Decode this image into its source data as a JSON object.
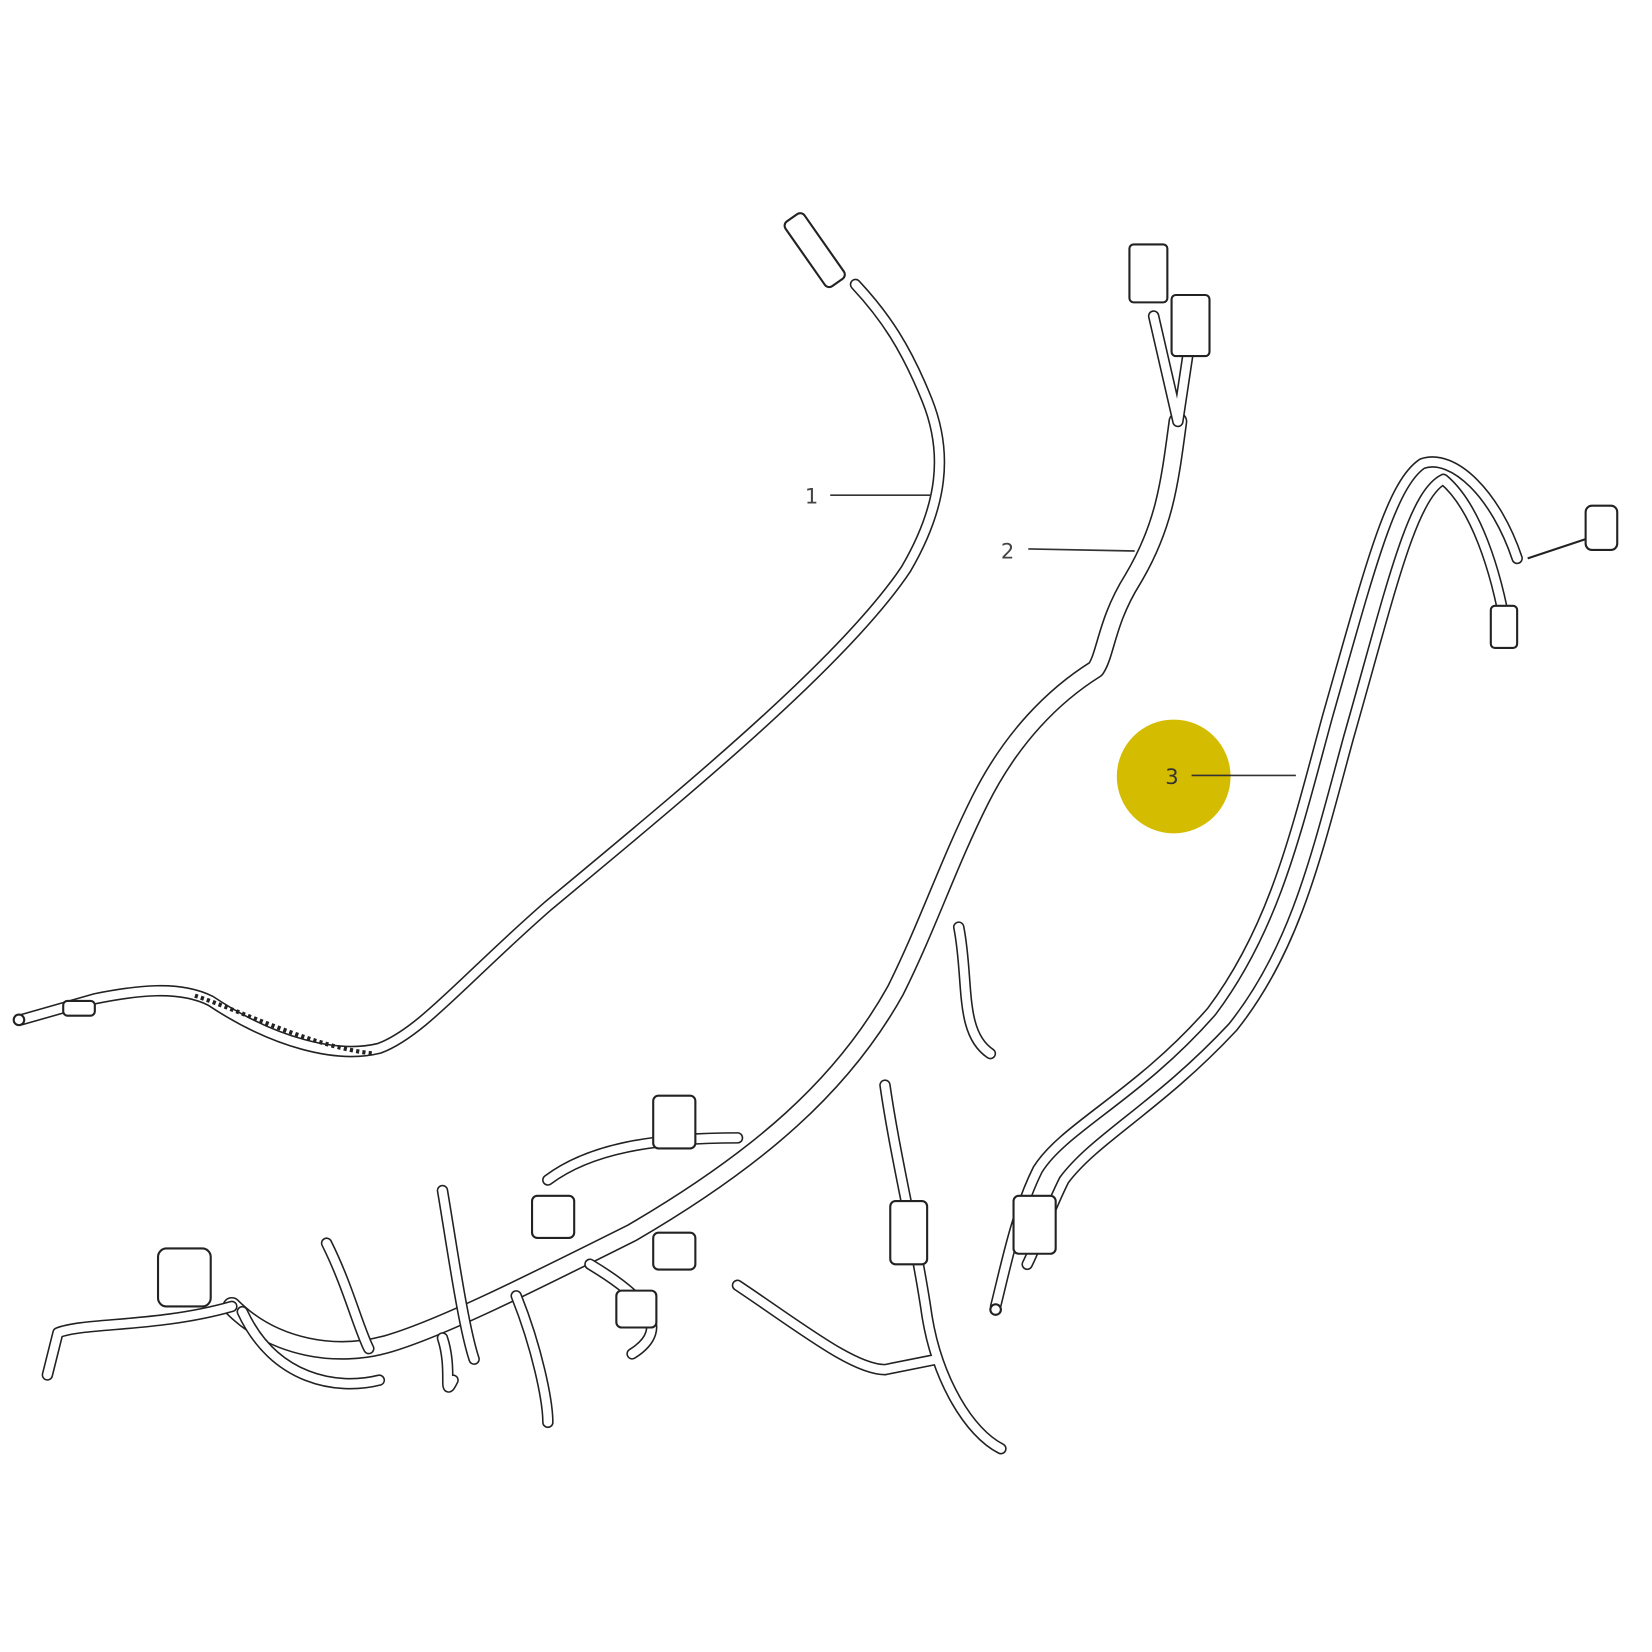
{
  "callouts": [
    {
      "number": "1",
      "highlighted": false
    },
    {
      "number": "2",
      "highlighted": false
    },
    {
      "number": "3",
      "highlighted": true
    }
  ],
  "colors": {
    "highlight": "#d4bc00",
    "line": "#222222",
    "background": "#ffffff"
  }
}
